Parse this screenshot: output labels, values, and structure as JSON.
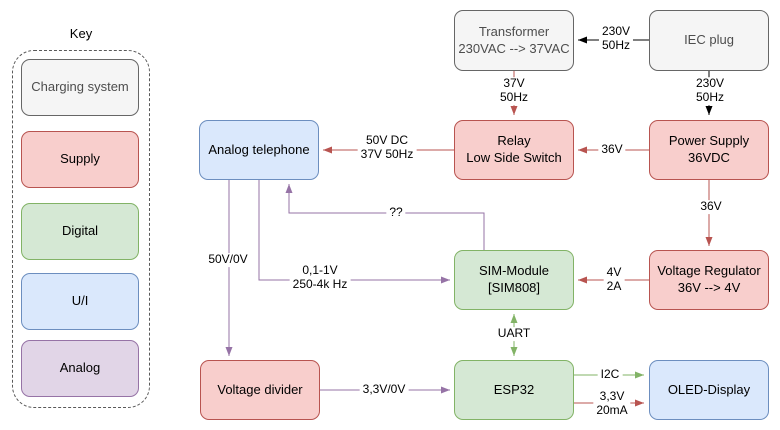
{
  "key": {
    "title": "Key",
    "items": {
      "charging_system": "Charging system",
      "supply": "Supply",
      "digital": "Digital",
      "ui": "U/I",
      "analog": "Analog"
    }
  },
  "nodes": {
    "transformer": {
      "line1": "Transformer",
      "line2": "230VAC --> 37VAC"
    },
    "iec_plug": {
      "line1": "IEC plug"
    },
    "relay": {
      "line1": "Relay",
      "line2": "Low Side Switch"
    },
    "power_supply": {
      "line1": "Power Supply",
      "line2": "36VDC"
    },
    "analog_telephone": {
      "line1": "Analog telephone"
    },
    "sim_module": {
      "line1": "SIM-Module",
      "line2": "[SIM808]"
    },
    "voltage_regulator": {
      "line1": "Voltage Regulator",
      "line2": "36V --> 4V"
    },
    "voltage_divider": {
      "line1": "Voltage divider"
    },
    "esp32": {
      "line1": "ESP32"
    },
    "oled_display": {
      "line1": "OLED-Display"
    }
  },
  "edge_labels": {
    "iec_to_transformer": {
      "line1": "230V",
      "line2": "50Hz"
    },
    "transformer_to_relay": {
      "line1": "37V",
      "line2": "50Hz"
    },
    "iec_to_power_supply": {
      "line1": "230V",
      "line2": "50Hz"
    },
    "power_supply_to_relay": {
      "line1": "36V"
    },
    "relay_to_telephone": {
      "line1": "50V DC",
      "line2": "37V 50Hz"
    },
    "power_supply_to_regulator": {
      "line1": "36V"
    },
    "regulator_to_sim": {
      "line1": "4V",
      "line2": "2A"
    },
    "sim_to_telephone": {
      "line1": "??"
    },
    "telephone_to_divider": {
      "line1": "50V/0V"
    },
    "telephone_to_sim": {
      "line1": "0,1-1V",
      "line2": "250-4k Hz"
    },
    "sim_esp32_uart": {
      "line1": "UART"
    },
    "divider_to_esp32": {
      "line1": "3,3V/0V"
    },
    "esp32_to_oled_i2c": {
      "line1": "I2C"
    },
    "esp32_to_oled_power": {
      "line1": "3,3V",
      "line2": "20mA"
    }
  },
  "colors": {
    "gray_fill": "#f5f5f5",
    "gray_stroke": "#666666",
    "red_fill": "#f8cecc",
    "red_stroke": "#b85450",
    "green_fill": "#d5e8d4",
    "green_stroke": "#82b366",
    "blue_fill": "#dae8fc",
    "blue_stroke": "#6c8ebf",
    "purple_fill": "#e1d5e7",
    "purple_stroke": "#9673a6",
    "black_stroke": "#000000",
    "background": "#ffffff"
  }
}
